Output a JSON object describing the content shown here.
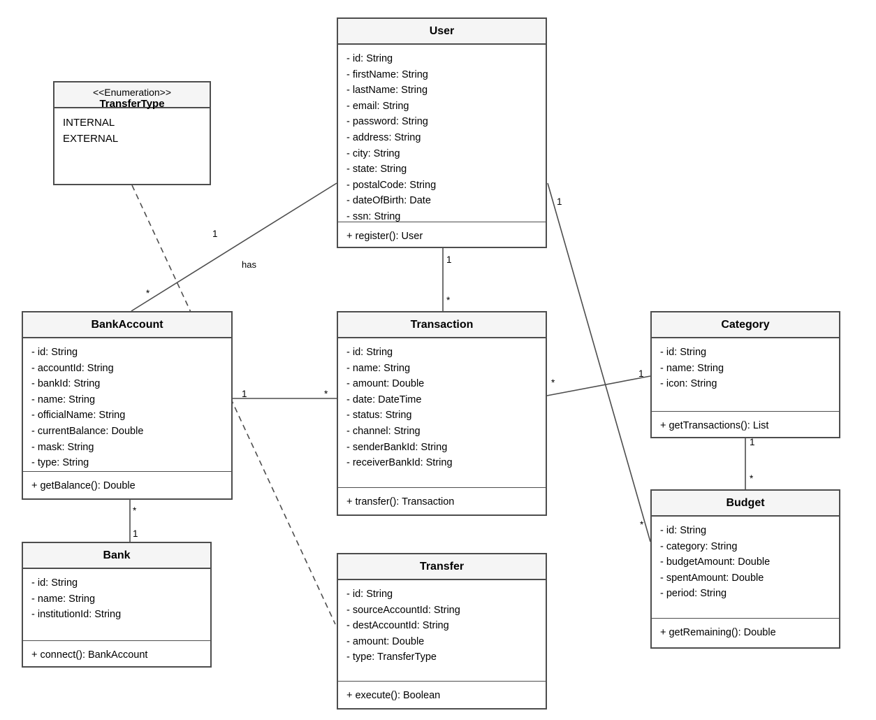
{
  "diagram": {
    "title": "UML Class Diagram",
    "type": "uml-class-diagram",
    "background_color": "#ffffff",
    "border_color": "#4d4d4d",
    "header_fill": "#f5f5f5"
  },
  "classes": [
    {
      "key": "user",
      "name": "User",
      "attributes": [
        "- id: String",
        "- firstName: String",
        "- lastName: String",
        "- email: String",
        "- password: String",
        "- address: String",
        "- city: String",
        "- state: String",
        "- postalCode: String",
        "- dateOfBirth: Date",
        "- ssn: String"
      ],
      "operations": [
        "+ register(): User"
      ]
    },
    {
      "key": "transfertype",
      "name": "TransferType",
      "stereotype": "<<Enumeration>>",
      "literals": [
        "INTERNAL",
        "EXTERNAL"
      ],
      "operations": []
    },
    {
      "key": "bankaccount",
      "name": "BankAccount",
      "attributes": [
        "- id: String",
        "- accountId: String",
        "- bankId: String",
        "- name: String",
        "- officialName: String",
        "- currentBalance: Double",
        "- mask: String",
        "- type: String"
      ],
      "operations": [
        "+ getBalance(): Double"
      ]
    },
    {
      "key": "transaction",
      "name": "Transaction",
      "attributes": [
        "- id: String",
        "- name: String",
        "- amount: Double",
        "- date: DateTime",
        "- status: String",
        "- channel: String",
        "- senderBankId: String",
        "- receiverBankId: String"
      ],
      "operations": [
        "+ transfer(): Transaction"
      ]
    },
    {
      "key": "category",
      "name": "Category",
      "attributes": [
        "- id: String",
        "- name: String",
        "- icon: String"
      ],
      "operations": [
        "+ getTransactions(): List"
      ]
    },
    {
      "key": "budget",
      "name": "Budget",
      "attributes": [
        "- id: String",
        "- category: String",
        "- budgetAmount: Double",
        "- spentAmount: Double",
        "- period: String"
      ],
      "operations": [
        "+ getRemaining(): Double"
      ]
    },
    {
      "key": "bank",
      "name": "Bank",
      "attributes": [
        "- id: String",
        "- name: String",
        "- institutionId: String"
      ],
      "operations": [
        "+ connect(): BankAccount"
      ]
    },
    {
      "key": "transfer",
      "name": "Transfer",
      "attributes": [
        "- id: String",
        "- sourceAccountId: String",
        "- destAccountId: String",
        "- amount: Double",
        "- type: TransferType"
      ],
      "operations": [
        "+ execute(): Boolean"
      ]
    }
  ],
  "relationships": [
    {
      "key": "user-bankaccount",
      "from": "User",
      "to": "BankAccount",
      "style": "solid",
      "label": "has",
      "source_multiplicity": "1",
      "target_multiplicity": "*"
    },
    {
      "key": "user-transaction",
      "from": "User",
      "to": "Transaction",
      "style": "solid",
      "label": "",
      "source_multiplicity": "1",
      "target_multiplicity": "*"
    },
    {
      "key": "user-budget",
      "from": "User",
      "to": "Budget",
      "style": "solid",
      "label": "",
      "source_multiplicity": "1",
      "target_multiplicity": "*"
    },
    {
      "key": "bankaccount-transaction",
      "from": "BankAccount",
      "to": "Transaction",
      "style": "solid",
      "label": "",
      "source_multiplicity": "1",
      "target_multiplicity": "*"
    },
    {
      "key": "bankaccount-bank",
      "from": "BankAccount",
      "to": "Bank",
      "style": "solid",
      "label": "",
      "source_multiplicity": "*",
      "target_multiplicity": "1"
    },
    {
      "key": "transaction-category",
      "from": "Transaction",
      "to": "Category",
      "style": "solid",
      "label": "",
      "source_multiplicity": "*",
      "target_multiplicity": "1"
    },
    {
      "key": "category-budget",
      "from": "Category",
      "to": "Budget",
      "style": "solid",
      "label": "",
      "source_multiplicity": "1",
      "target_multiplicity": "*"
    },
    {
      "key": "transfertype-transfer",
      "from": "TransferType",
      "to": "Transfer",
      "style": "dashed",
      "label": "",
      "source_multiplicity": "",
      "target_multiplicity": ""
    }
  ],
  "edge_labels": {
    "has_label": "has",
    "user_bankaccount_one": "1",
    "user_bankaccount_many": "*",
    "user_transaction_one": "1",
    "user_transaction_many": "*",
    "user_budget_one": "1",
    "user_budget_many": "*",
    "bankaccount_transaction_one": "1",
    "bankaccount_transaction_many": "*",
    "bankaccount_bank_many": "*",
    "bankaccount_bank_one": "1",
    "transaction_category_many": "*",
    "transaction_category_one": "1",
    "category_budget_one": "1",
    "category_budget_many": "*"
  }
}
